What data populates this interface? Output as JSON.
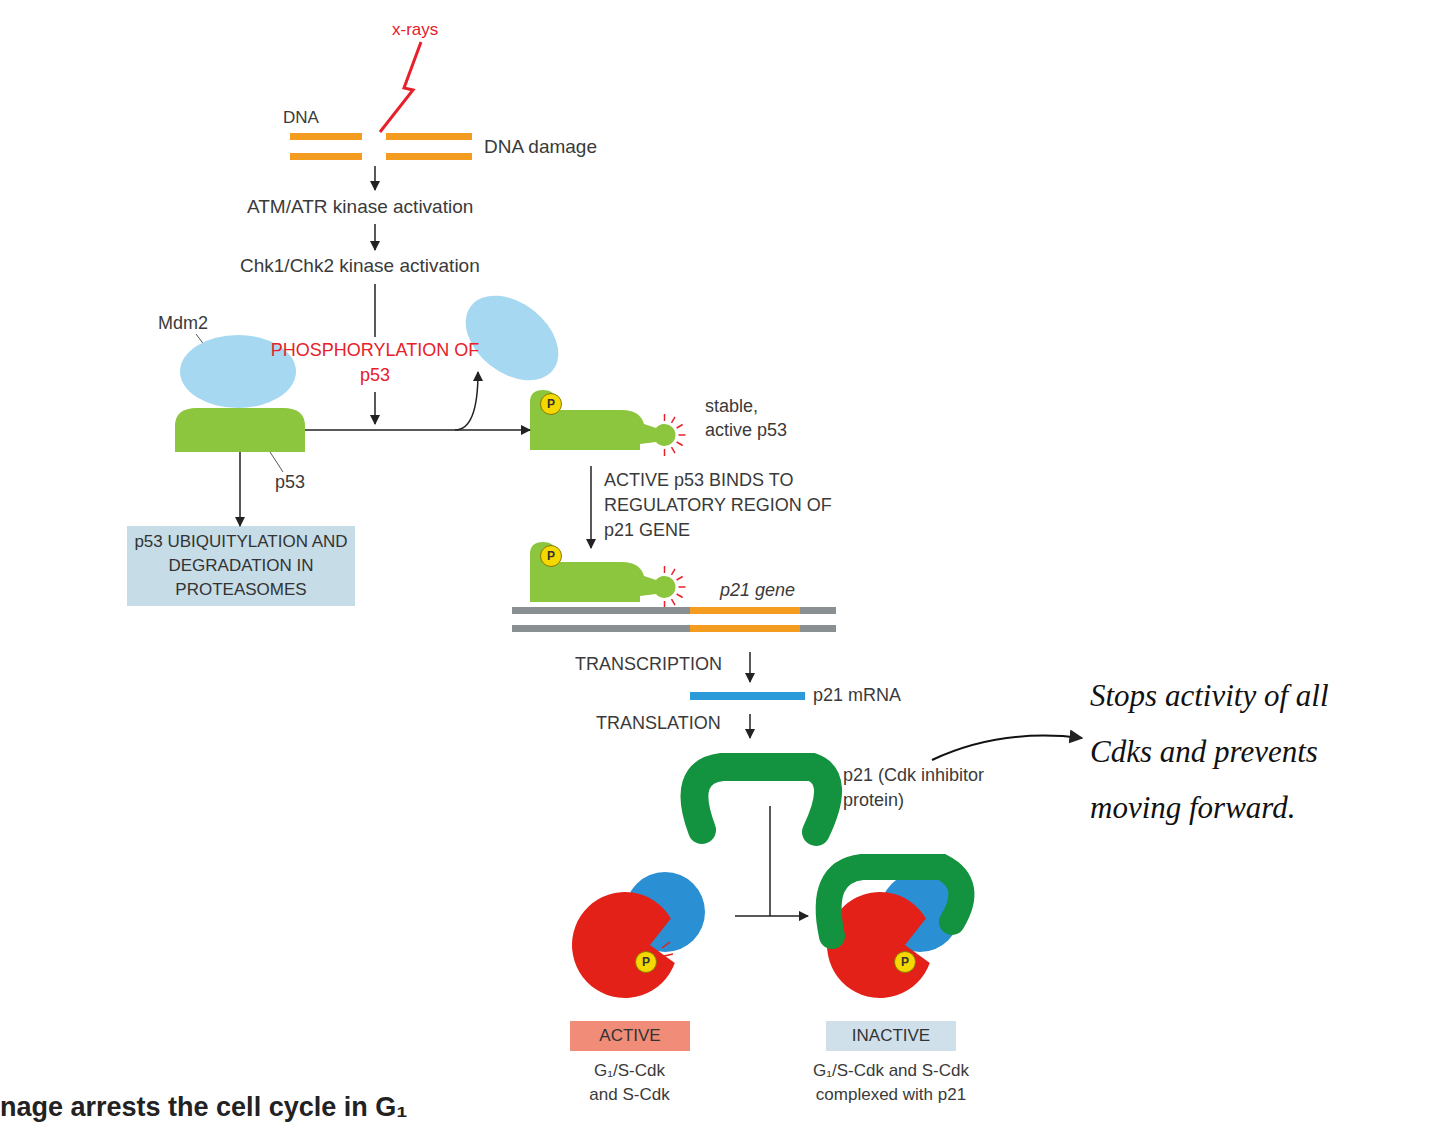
{
  "diagram": {
    "title": "nage arrests the cell cycle in G₁",
    "nodes": [
      {
        "text": [
          "Mdm2"
        ]
      },
      {
        "text": [
          "p53"
        ]
      },
      {
        "text": [
          "p53 UBIQUITYLATION AND DEGRADATION IN PROTEASOMES"
        ]
      },
      {
        "text": [
          "stable, active p53"
        ]
      },
      {
        "text": [
          "P"
        ],
        "in": 3
      },
      {
        "text": [
          "P"
        ]
      },
      {
        "text": [
          "P"
        ]
      },
      {
        "text": [
          "P"
        ]
      },
      {
        "text": [
          "ACTIVE",
          "G₁/S-Cdk and S-Cdk"
        ]
      },
      {
        "text": [
          "INACTIVE",
          "G₁/S-Cdk and S-Cdk complexed with p21"
        ]
      }
    ],
    "edges": [
      {
        "from": 1,
        "to": 2,
        "arrow": "to"
      },
      {
        "from": 1,
        "to": 3,
        "arrow": "to"
      }
    ],
    "labels": [
      "x-rays",
      "DNA",
      "DNA damage",
      "ATM/ATR kinase activation",
      "Chk1/Chk2 kinase activation",
      "PHOSPHORYLATION OF p53",
      "ACTIVE p53 BINDS TO REGULATORY REGION OF p21 GENE",
      "p21 gene",
      "TRANSCRIPTION",
      "p21 mRNA",
      "TRANSLATION",
      "p21 (Cdk inhibitor protein)",
      "Stops activity of all Cdks and prevents moving forward."
    ]
  }
}
